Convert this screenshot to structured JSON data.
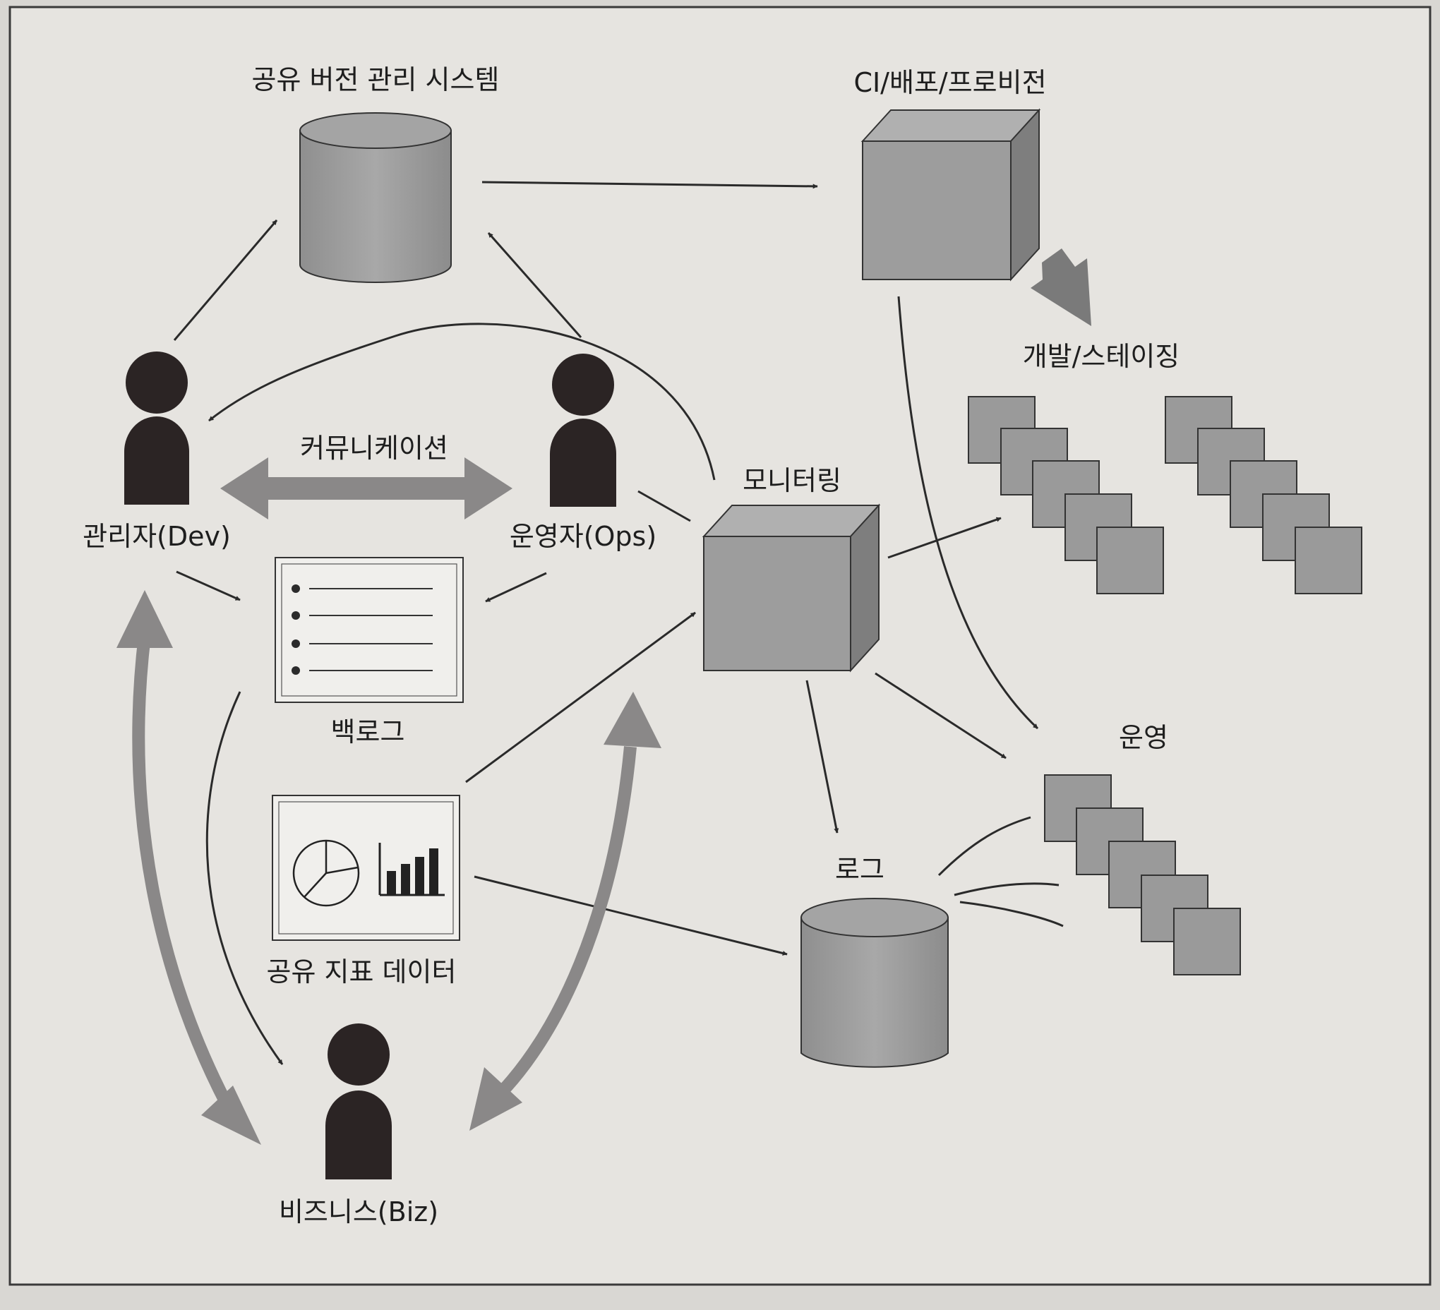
{
  "labels": {
    "vcs": "공유 버전 관리 시스템",
    "ci": "CI/배포/프로비전",
    "dev_staging": "개발/스테이징",
    "communication": "커뮤니케이션",
    "dev": "관리자(Dev)",
    "ops": "운영자(Ops)",
    "monitoring": "모니터링",
    "backlog": "백로그",
    "operations": "운영",
    "metrics": "공유 지표 데이터",
    "log": "로그",
    "biz": "비즈니스(Biz)"
  },
  "colors": {
    "background": "#d9d7d3",
    "frame_fill": "#e6e4e0",
    "shape_gray": "#9a9a9a",
    "person": "#2b2424",
    "line": "#2a2a2a",
    "thick_arrow": "#8a8888"
  }
}
